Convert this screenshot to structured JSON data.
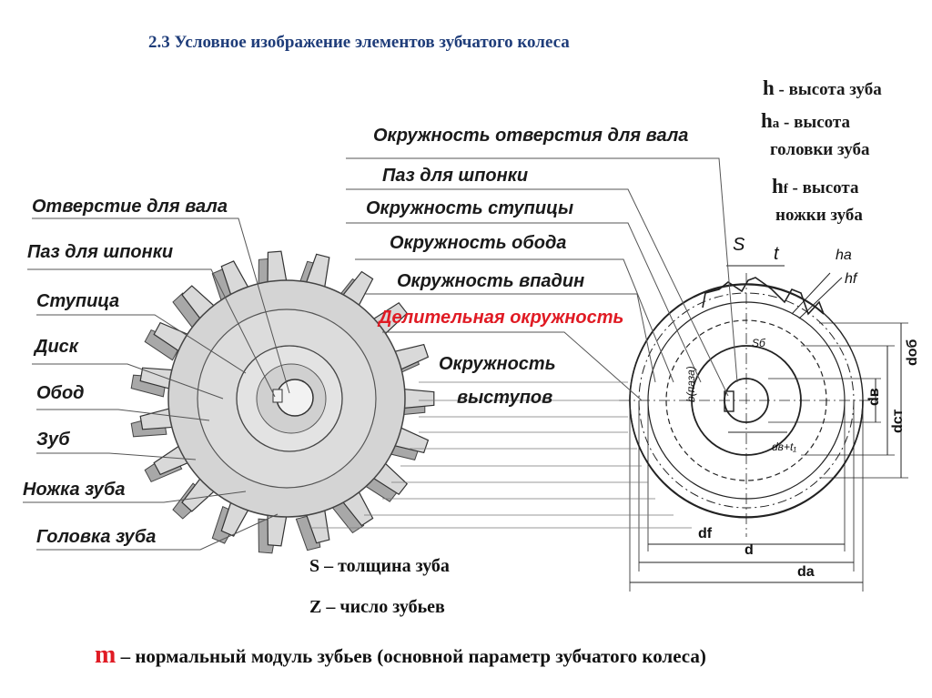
{
  "title": "2.3 Условное изображение  элементов зубчатого колеса",
  "left_labels": [
    "Отверстие для вала",
    "Паз для шпонки",
    "Ступица",
    "Диск",
    "Обод",
    "Зуб",
    "Ножка зуба",
    "Головка зуба"
  ],
  "middle_labels": [
    "Окружность отверстия для вала",
    "Паз для шпонки",
    "Окружность ступицы",
    "Окружность обода",
    "Окружность впадин",
    "Делительная окружность",
    "Окружность",
    "выступов"
  ],
  "right_notes": {
    "h_symbol": "h",
    "h_text": " - высота зуба",
    "ha_symbol": "h",
    "ha_sub": "a",
    "ha_text": " - высота",
    "ha_text2": "головки зуба",
    "hf_symbol": "h",
    "hf_sub": "f",
    "hf_text": " - высота",
    "hf_text2": "ножки зуба"
  },
  "dimensions": {
    "s": "S",
    "t": "t",
    "ha": "ha",
    "hf": "hf",
    "sb": "Sб",
    "b": "b(паза)",
    "db_t": "dв+t₁",
    "d_ob": "dоб",
    "d_v": "dв",
    "d_st": "dст",
    "df": "df",
    "d": "d",
    "da": "da"
  },
  "legend": {
    "s_line": "S – толщина зуба",
    "z_line": "Z – число зубьев"
  },
  "bottom_note": {
    "m": "m",
    "text": " – нормальный модуль зубьев (основной параметр  зубчатого колеса)"
  },
  "colors": {
    "title": "#1f3d7a",
    "accent_red": "#e01b24",
    "gear_fill": "#d9d9d9",
    "gear_shade": "#a8a8a8"
  }
}
